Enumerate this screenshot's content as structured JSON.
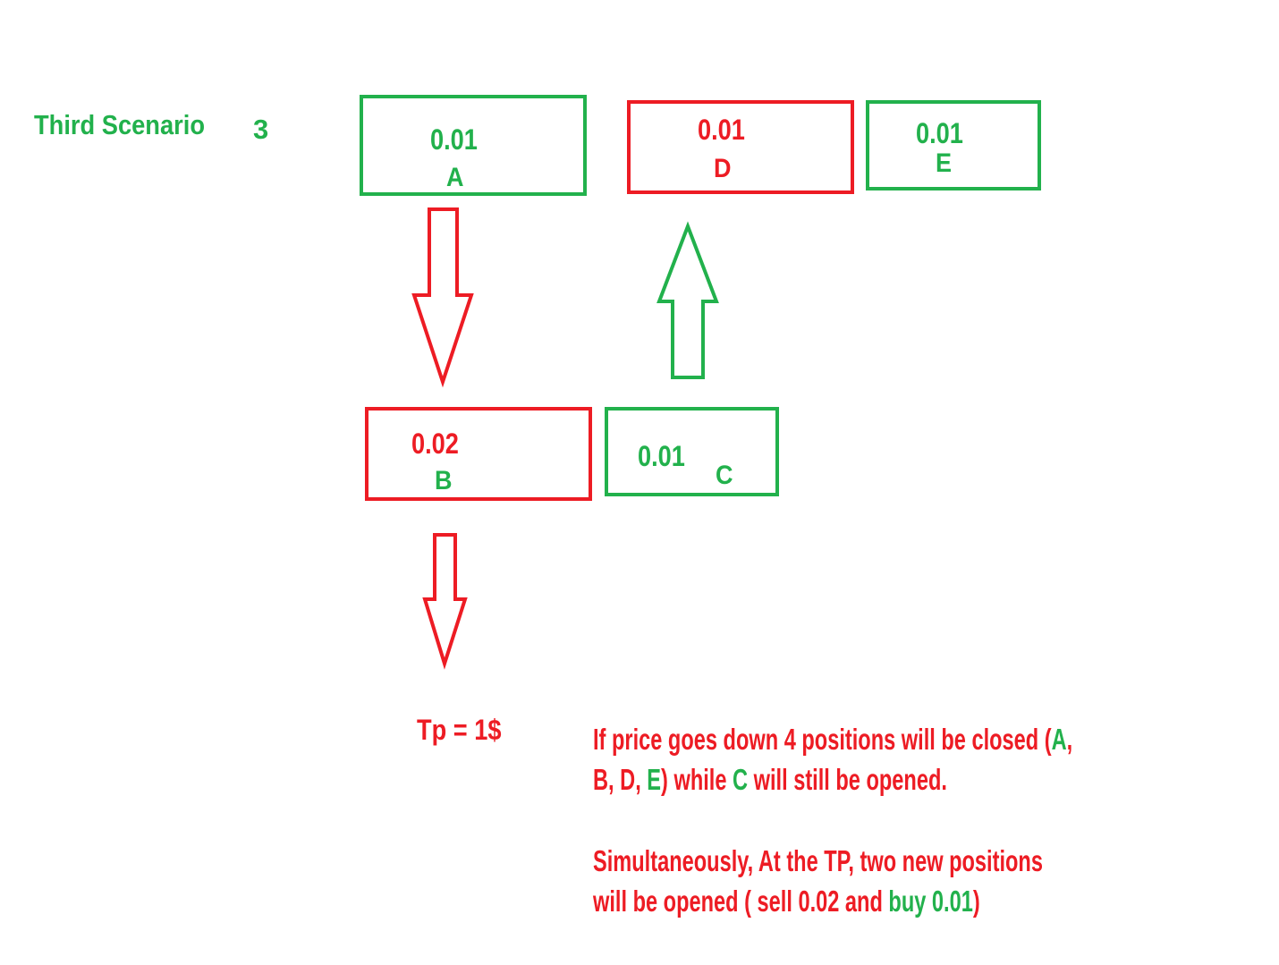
{
  "title": {
    "text": "Third  Scenario",
    "number": "3"
  },
  "colors": {
    "buy": "#22b14c",
    "sell": "#ed1c24"
  },
  "positions": [
    {
      "id": "A",
      "lot": "0.01",
      "side": "buy"
    },
    {
      "id": "D",
      "lot": "0.01",
      "side": "sell"
    },
    {
      "id": "E",
      "lot": "0.01",
      "side": "buy"
    },
    {
      "id": "B",
      "lot": "0.02",
      "side": "sell"
    },
    {
      "id": "C",
      "lot": "0.01",
      "side": "buy"
    }
  ],
  "tp_label": "Tp = 1$",
  "note": {
    "line1_a": "If price goes down 4 positions will be closed (",
    "line1_b": "A",
    "line1_c": ",",
    "line2_a": "B, D, ",
    "line2_b": "E",
    "line2_c": ") while ",
    "line2_d": "C",
    "line2_e": " will still be opened.",
    "line3": "Simultaneously, At the TP, two new positions",
    "line4_a": "will be opened ( sell 0.02 and ",
    "line4_b": "buy 0.01",
    "line4_c": ")"
  }
}
